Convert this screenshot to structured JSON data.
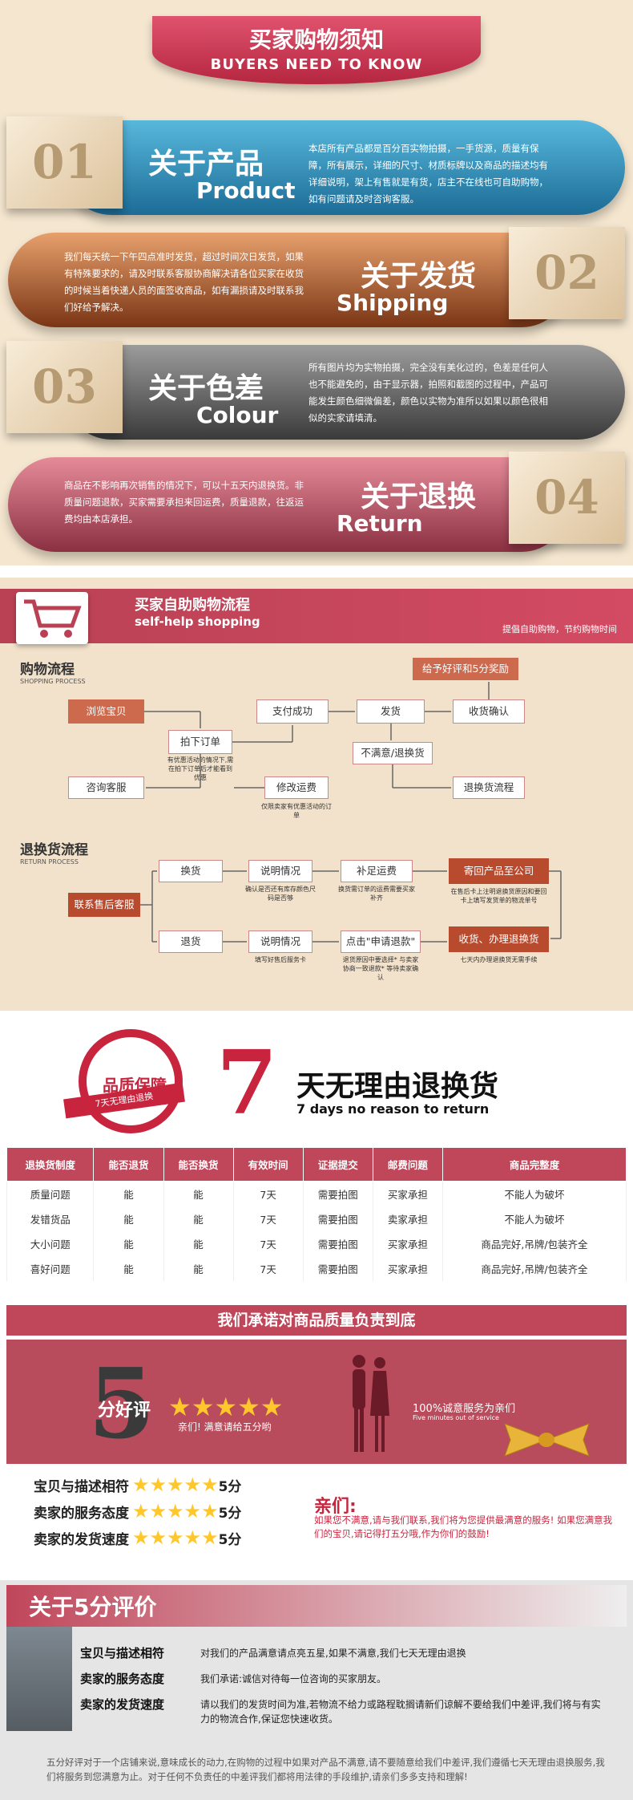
{
  "header": {
    "title_cn": "买家购物须知",
    "title_en": "BUYERS NEED TO KNOW"
  },
  "notices": [
    {
      "num": "01",
      "title_cn": "关于产品",
      "title_en": "Product",
      "text": "本店所有产品都是百分百实物拍摄，一手货源，质量有保障，所有展示，详细的尺寸、材质标牌以及商品的描述均有详细说明，架上有售就是有货，店主不在线也可自助购物，如有问题请及时咨询客服。"
    },
    {
      "num": "02",
      "title_cn": "关于发货",
      "title_en": "Shipping",
      "text": "我们每天统一下午四点准时发货，超过时间次日发货，如果有特殊要求的，请及时联系客服协商解决请各位买家在收货的时候当着快递人员的面签收商品，如有漏损请及时联系我们好给予解决。"
    },
    {
      "num": "03",
      "title_cn": "关于色差",
      "title_en": "Colour",
      "text": "所有图片均为实物拍摄，完全没有美化过的，色差是任何人也不能避免的，由于显示器，拍照和截图的过程中，产品可能发生颜色细微偏差，颜色以实物为准所以如果以颜色很相似的实家请填清。"
    },
    {
      "num": "04",
      "title_cn": "关于退换",
      "title_en": "Return",
      "text": "商品在不影响再次销售的情况下，可以十五天内退换货。非质量问题退款，买家需要承担来回运费，质量退款，往返运费均由本店承担。"
    }
  ],
  "process": {
    "title_cn": "买家自助购物流程",
    "title_en": "self-help shopping",
    "tagline": "提倡自助购物，节约购物时间",
    "shopping": {
      "label_cn": "购物流程",
      "label_en": "SHOPPING PROCESS",
      "steps": {
        "browse": "浏览宝贝",
        "order": "拍下订单",
        "order_note": "有优惠活动的情况下,需在拍下订单后才能看到优惠",
        "paid": "支付成功",
        "ship": "发货",
        "confirm": "收货确认",
        "reward": "给予好评和5分奖励",
        "unsatisfied": "不满意/退换货",
        "return_flow": "退换货流程",
        "consult": "咨询客服",
        "modify": "修改运费",
        "modify_note": "仅限卖家有优惠活动的订单"
      }
    },
    "returns": {
      "label_cn": "退换货流程",
      "label_en": "RETURN PROCESS",
      "steps": {
        "contact": "联系售后客服",
        "exchange": "换货",
        "refund": "退货",
        "explain1": "说明情况",
        "explain1_note": "确认是否还有库存颜色尺码是否够",
        "explain2": "说明情况",
        "explain2_note": "填写好售后服务卡",
        "freight": "补足运费",
        "freight_note": "换货需订单的运费需要买家补齐",
        "apply": "点击\"申请退款\"",
        "apply_note": "退货原因中要选择* 与卖家协商一致退款* 等待卖家确认",
        "sendback": "寄回产品至公司",
        "sendback_note": "在售后卡上注明退换货原因和要回卡上填写发货单的物流单号",
        "receive": "收货、办理退换货",
        "receive_note": "七天内办理退换货无需手续"
      }
    }
  },
  "guarantee": {
    "seal_text": "品质保障",
    "seal_sub": "7天无理由退换",
    "big_num": "7",
    "title_cn": "天无理由退换货",
    "title_en": "7 days no reason to return"
  },
  "table": {
    "headers": [
      "退换货制度",
      "能否退货",
      "能否换货",
      "有效时间",
      "证据提交",
      "邮费问题",
      "商品完整度"
    ],
    "rows": [
      [
        "质量问题",
        "能",
        "能",
        "7天",
        "需要拍图",
        "买家承担",
        "不能人为破坏"
      ],
      [
        "发错货品",
        "能",
        "能",
        "7天",
        "需要拍图",
        "卖家承担",
        "不能人为破坏"
      ],
      [
        "大小问题",
        "能",
        "能",
        "7天",
        "需要拍图",
        "买家承担",
        "商品完好,吊牌/包装齐全"
      ],
      [
        "喜好问题",
        "能",
        "能",
        "7天",
        "需要拍图",
        "买家承担",
        "商品完好,吊牌/包装齐全"
      ]
    ]
  },
  "promise": "我们承诺对商品质量负责到底",
  "rating": {
    "five": "5",
    "label": "分好评",
    "stars": "★★★★★",
    "plea": "亲们! 满意请给五分哟",
    "pct": "100%诚意服务为亲们",
    "pct_en": "Five minutes out of service",
    "rows": [
      {
        "label": "宝贝与描述相符",
        "score": "5分"
      },
      {
        "label": "卖家的服务态度",
        "score": "5分"
      },
      {
        "label": "卖家的发货速度",
        "score": "5分"
      }
    ],
    "dear": "亲们:",
    "dear_msg": "如果您不满意,请与我们联系,我们将为您提供最满意的服务! 如果您满意我们的宝贝,请记得打五分哦,作为你们的鼓励!"
  },
  "about5": {
    "title": "关于5分评价",
    "rows": [
      {
        "label": "宝贝与描述相符",
        "text": "对我们的产品满意请点亮五星,如果不满意,我们七天无理由退换"
      },
      {
        "label": "卖家的服务态度",
        "text": "我们承诺:诚信对待每一位咨询的买家朋友。"
      },
      {
        "label": "卖家的发货速度",
        "text": "请以我们的发货时间为准,若物流不给力或路程耽搁请新们谅解不要给我们中差评,我们将与有实力的物流合作,保证您快速收货。"
      }
    ],
    "footer": "五分好评对于一个店铺来说,意味成长的动力,在购物的过程中如果对产品不满意,请不要随意给我们中差评,我们遵循七天无理由退换服务,我们将服务到您满意为止。对于任何不负责任的中差评我们都将用法律的手段维护,请亲们多多支持和理解!"
  }
}
